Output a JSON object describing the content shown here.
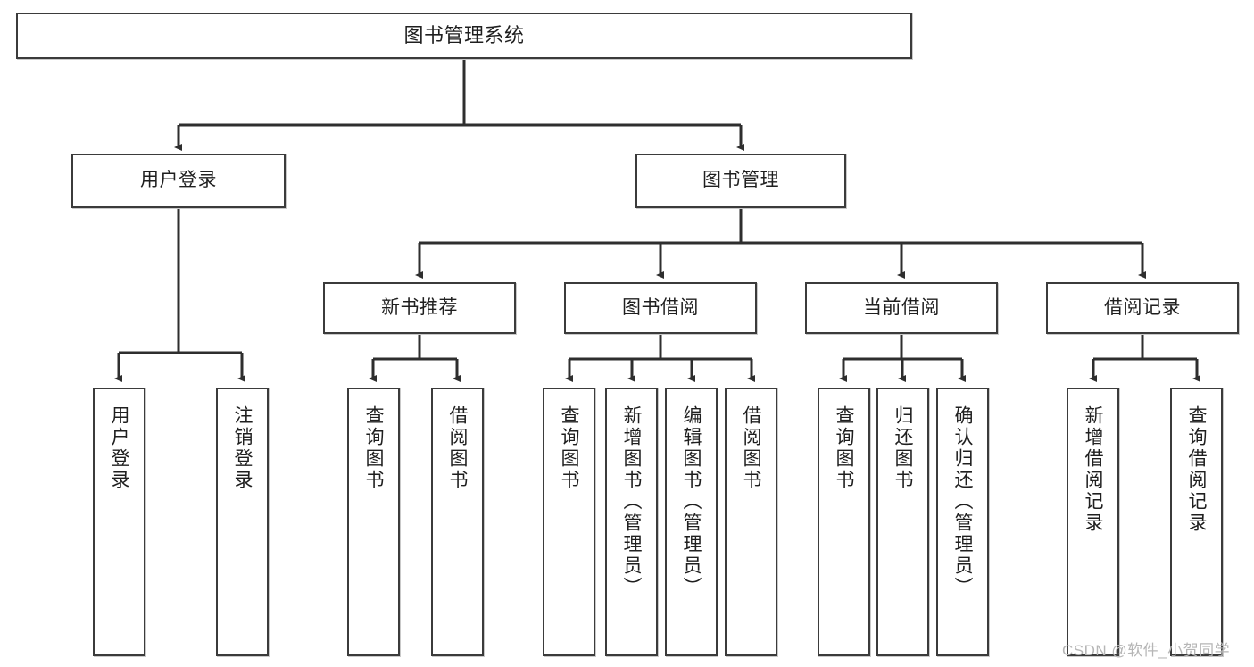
{
  "diagram": {
    "title": "图书管理系统",
    "type": "hierarchy-tree",
    "root": {
      "id": "root",
      "label": "图书管理系统"
    },
    "level1": [
      {
        "id": "user-login",
        "label": "用户登录"
      },
      {
        "id": "book-manage",
        "label": "图书管理"
      }
    ],
    "level2": [
      {
        "id": "new-book-rec",
        "label": "新书推荐"
      },
      {
        "id": "book-borrow",
        "label": "图书借阅"
      },
      {
        "id": "current-borrow",
        "label": "当前借阅"
      },
      {
        "id": "borrow-record",
        "label": "借阅记录"
      }
    ],
    "leaves": {
      "user_login": [
        {
          "id": "leaf-user-login",
          "label": "用户登录"
        },
        {
          "id": "leaf-logout",
          "label": "注销登录"
        }
      ],
      "new_book_rec": [
        {
          "id": "leaf-query-book-1",
          "label": "查询图书"
        },
        {
          "id": "leaf-borrow-book-1",
          "label": "借阅图书"
        }
      ],
      "book_borrow": [
        {
          "id": "leaf-query-book-2",
          "label": "查询图书"
        },
        {
          "id": "leaf-add-book",
          "label": "新增图书（管理员）"
        },
        {
          "id": "leaf-edit-book",
          "label": "编辑图书（管理员）"
        },
        {
          "id": "leaf-borrow-book-2",
          "label": "借阅图书"
        }
      ],
      "current_borrow": [
        {
          "id": "leaf-query-book-3",
          "label": "查询图书"
        },
        {
          "id": "leaf-return-book",
          "label": "归还图书"
        },
        {
          "id": "leaf-confirm-return",
          "label": "确认归还（管理员）"
        }
      ],
      "borrow_record": [
        {
          "id": "leaf-add-record",
          "label": "新增借阅记录"
        },
        {
          "id": "leaf-query-record",
          "label": "查询借阅记录"
        }
      ]
    }
  },
  "watermark": {
    "text": "CSDN @软件_小贺同学"
  },
  "colors": {
    "border": "#3b3b3b",
    "background": "#ffffff",
    "text": "#1f1f1f",
    "watermark": "#b6b6b6"
  }
}
